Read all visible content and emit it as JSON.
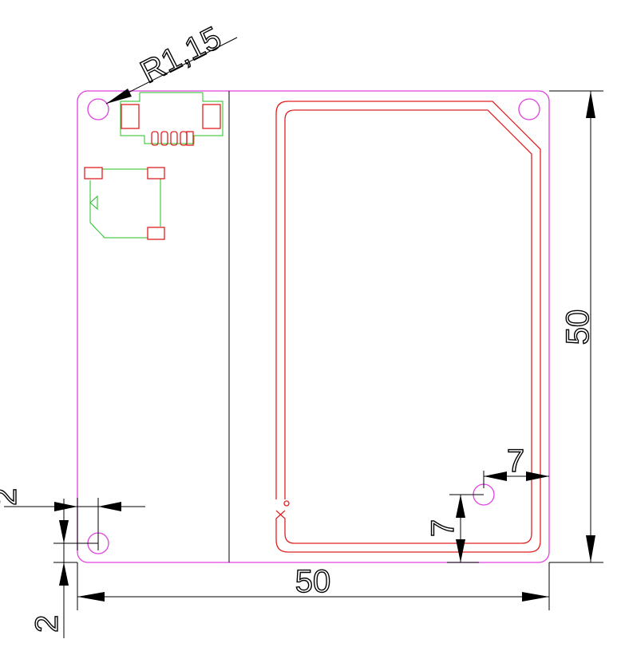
{
  "dimensions": {
    "radius_label": "R1,15",
    "width_label": "50",
    "height_label": "50",
    "hole_offset_left_label": "2",
    "hole_offset_bottom_label": "2",
    "right_hole_offset_x_label": "7",
    "right_hole_offset_y_label": "7"
  },
  "colors": {
    "board_outline": "#e040e0",
    "antenna": "#e02020",
    "footprint_green": "#20c020",
    "pad_red": "#e02020",
    "dimension": "#000000"
  }
}
